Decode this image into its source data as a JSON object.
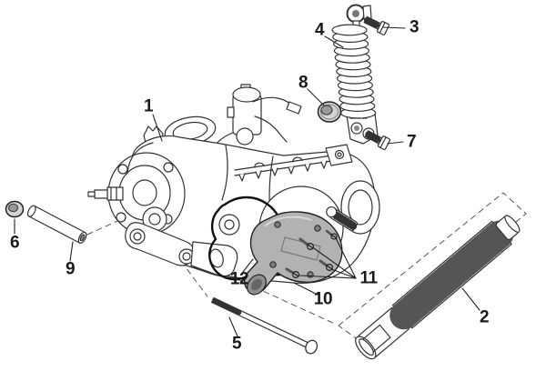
{
  "diagram": {
    "type": "exploded-parts-diagram",
    "subject": "engine assembly with rear shock absorber, transmission cover and fittings",
    "colors": {
      "background": "#ffffff",
      "line": "#333333",
      "label_text": "#1a1a1a",
      "cover_fill": "#b2b2b2",
      "gasket_line": "#111111"
    },
    "labels": [
      {
        "num": "1",
        "part": "engine-assembly"
      },
      {
        "num": "2",
        "part": "corrugated-sleeve"
      },
      {
        "num": "3",
        "part": "upper-shock-bolt"
      },
      {
        "num": "4",
        "part": "rear-shock-absorber"
      },
      {
        "num": "5",
        "part": "engine-mounting-bolt"
      },
      {
        "num": "6",
        "part": "rubber-cap"
      },
      {
        "num": "7",
        "part": "lower-shock-bolt"
      },
      {
        "num": "8",
        "part": "rubber-grommet"
      },
      {
        "num": "9",
        "part": "spacer-tube"
      },
      {
        "num": "10",
        "part": "transmission-cover"
      },
      {
        "num": "11",
        "part": "cover-screws"
      },
      {
        "num": "12",
        "part": "cover-gasket"
      }
    ]
  }
}
